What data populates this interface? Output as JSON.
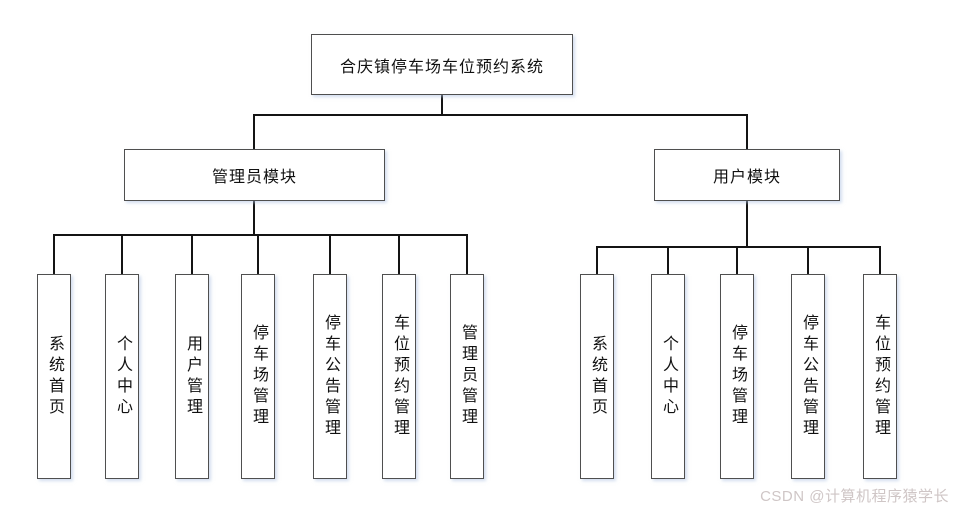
{
  "diagram": {
    "root": "合庆镇停车场车位预约系统",
    "modules": [
      {
        "label": "管理员模块",
        "children": [
          "系统首页",
          "个人中心",
          "用户管理",
          "停车场管理",
          "停车公告管理",
          "车位预约管理",
          "管理员管理"
        ]
      },
      {
        "label": "用户模块",
        "children": [
          "系统首页",
          "个人中心",
          "停车场管理",
          "停车公告管理",
          "车位预约管理"
        ]
      }
    ]
  },
  "watermark": "CSDN @计算机程序猿学长",
  "colors": {
    "line": "#141414",
    "box_border": "#4f4f4f",
    "box_fill": "#ffffff",
    "background": "#ffffff",
    "watermark": "#cfc6c6"
  }
}
